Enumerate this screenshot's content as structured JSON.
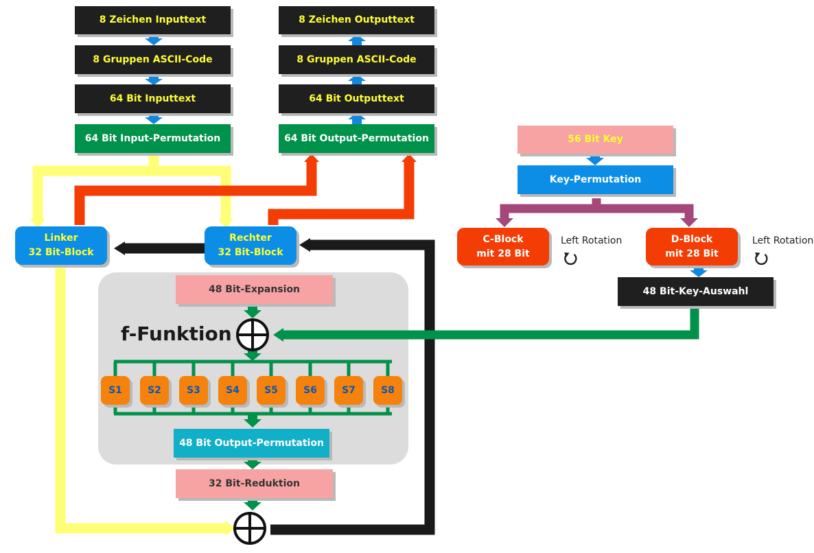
{
  "colors": {
    "yellow_path": "#ffff77",
    "red_path": "#f33d04",
    "black_path": "#1a1a1a",
    "green_path": "#00914a",
    "blue_arrow": "#1188dd",
    "purple_path": "#a4477a"
  },
  "left_column": {
    "input_text": "8 Zeichen Inputtext",
    "ascii_in": "8 Gruppen ASCII-Code",
    "bits_in": "64 Bit Inputtext",
    "input_perm": "64 Bit Input-Permutation"
  },
  "right_column": {
    "output_text": "8 Zeichen Outputtext",
    "ascii_out": "8 Gruppen ASCII-Code",
    "bits_out": "64 Bit Outputtext",
    "output_perm": "64 Bit Output-Permutation"
  },
  "blocks": {
    "left": {
      "line1": "Linker",
      "line2": "32 Bit-Block"
    },
    "right": {
      "line1": "Rechter",
      "line2": "32 Bit-Block"
    }
  },
  "f_function": {
    "title": "f-Funktion",
    "expansion": "48 Bit-Expansion",
    "sboxes": [
      "S1",
      "S2",
      "S3",
      "S4",
      "S5",
      "S6",
      "S7",
      "S8"
    ],
    "output_perm": "48 Bit Output-Permutation"
  },
  "reduction": "32 Bit-Reduktion",
  "key": {
    "key": "56 Bit Key",
    "permutation": "Key-Permutation",
    "c_block": {
      "line1": "C-Block",
      "line2": "mit 28 Bit"
    },
    "d_block": {
      "line1": "D-Block",
      "line2": "mit 28 Bit"
    },
    "rotation_label_c": "Left Rotation",
    "rotation_label_d": "Left Rotation",
    "selection": "48 Bit-Key-Auswahl"
  }
}
